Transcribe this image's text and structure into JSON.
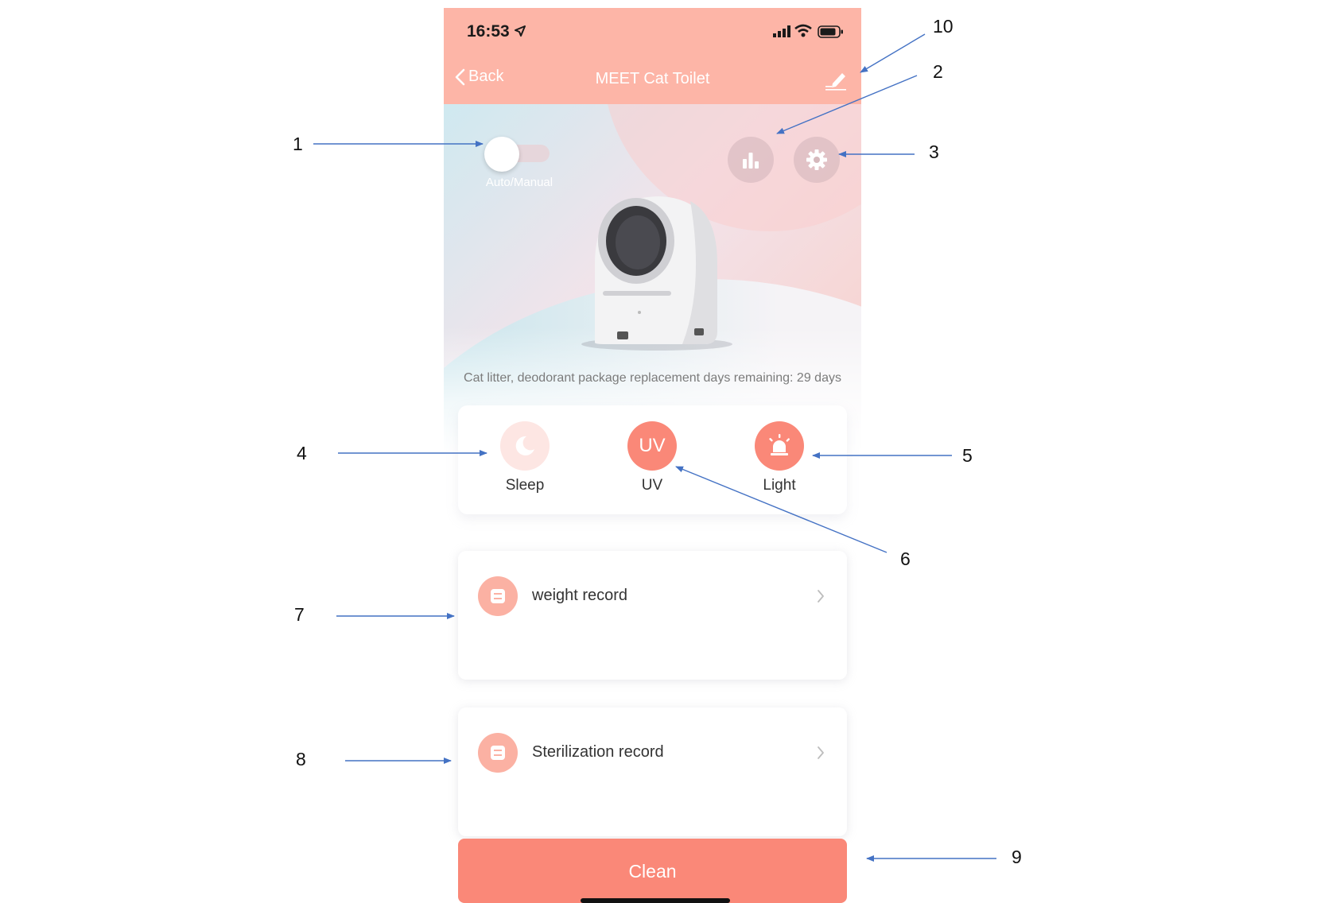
{
  "status_bar": {
    "time": "16:53"
  },
  "nav": {
    "back_label": "Back",
    "title": "MEET Cat Toilet"
  },
  "hero": {
    "toggle_label": "Auto/Manual",
    "remaining_text": "Cat litter, deodorant package replacement days remaining: 29 days"
  },
  "modes": [
    {
      "label": "Sleep",
      "icon": "moon-icon"
    },
    {
      "label": "UV",
      "icon_text": "UV"
    },
    {
      "label": "Light",
      "icon": "alarm-light-icon"
    }
  ],
  "records": [
    {
      "label": "weight record",
      "icon": "document-icon"
    },
    {
      "label": "Sterilization record",
      "icon": "document-icon"
    }
  ],
  "clean_button": {
    "label": "Clean"
  },
  "annotations": [
    "1",
    "2",
    "3",
    "4",
    "5",
    "6",
    "7",
    "8",
    "9",
    "10"
  ],
  "colors": {
    "header": "#fdb5a7",
    "accent": "#fa8878",
    "icon_bg": "#fbb1a3",
    "annotation_arrow": "#4472c4"
  }
}
